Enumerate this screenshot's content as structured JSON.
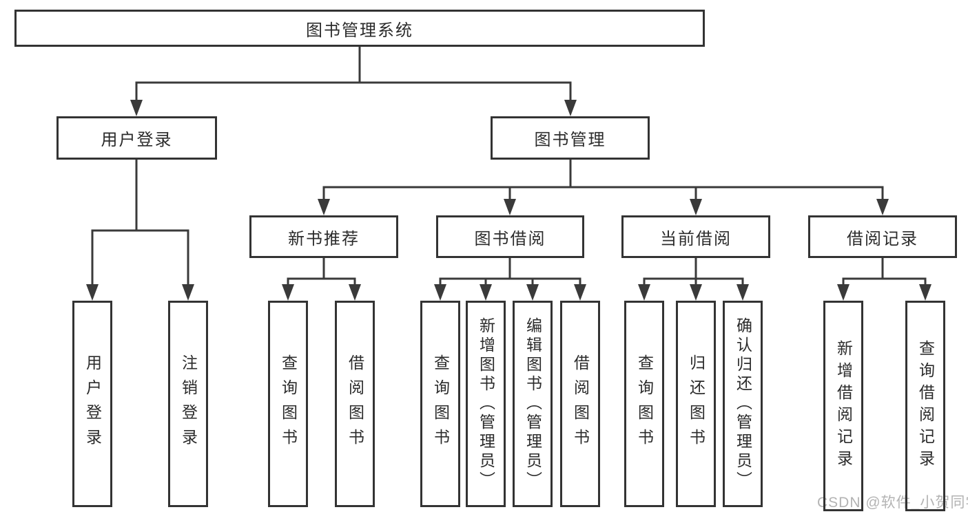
{
  "diagram": {
    "nodes": {
      "root": "图书管理系统",
      "user_login": "用户登录",
      "book_mgmt": "图书管理",
      "new_book_rec": "新书推荐",
      "book_borrow": "图书借阅",
      "current_borrow": "当前借阅",
      "borrow_record": "借阅记录"
    },
    "leaves": {
      "user_login": [
        "用户登录",
        "注销登录"
      ],
      "new_book_rec": [
        "查询图书",
        "借阅图书"
      ],
      "book_borrow": [
        "查询图书",
        "新增图书（管理员）",
        "编辑图书（管理员）",
        "借阅图书"
      ],
      "current_borrow": [
        "查询图书",
        "归还图书",
        "确认归还（管理员）"
      ],
      "borrow_record": [
        "新增借阅记录",
        "查询借阅记录"
      ]
    },
    "watermark": "CSDN @软件_小贺同学",
    "colors": {
      "line": "#3a3a3a",
      "box_border": "#333333",
      "text": "#2b2b2b",
      "watermark": "#b3b3b3",
      "background": "#ffffff"
    }
  }
}
